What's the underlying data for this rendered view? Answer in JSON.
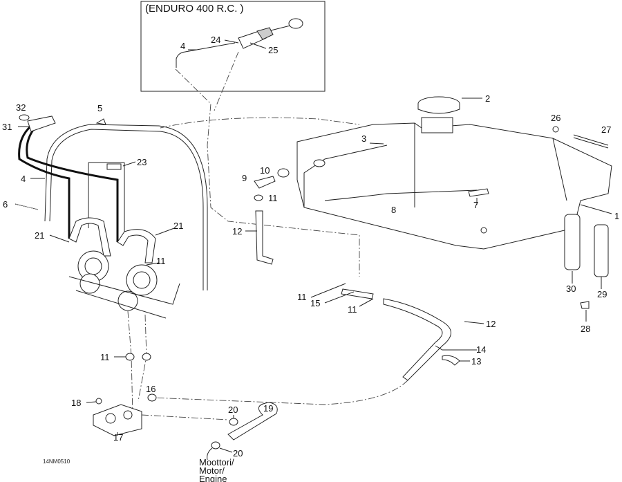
{
  "diagram": {
    "inset_title": "(ENDURO 400 R.C. )",
    "drawing_code": "14NM0510",
    "engine_note": [
      "Moottori/",
      "Motor/",
      "Engine"
    ],
    "callouts": [
      "24",
      "25",
      "4",
      "2",
      "26",
      "27",
      "3",
      "10",
      "9",
      "11",
      "8",
      "7",
      "1",
      "12",
      "30",
      "29",
      "28",
      "11",
      "15",
      "11",
      "12",
      "14",
      "13",
      "32",
      "31",
      "5",
      "23",
      "4",
      "6",
      "21",
      "21",
      "11",
      "11",
      "16",
      "18",
      "17",
      "20",
      "19",
      "20"
    ]
  }
}
